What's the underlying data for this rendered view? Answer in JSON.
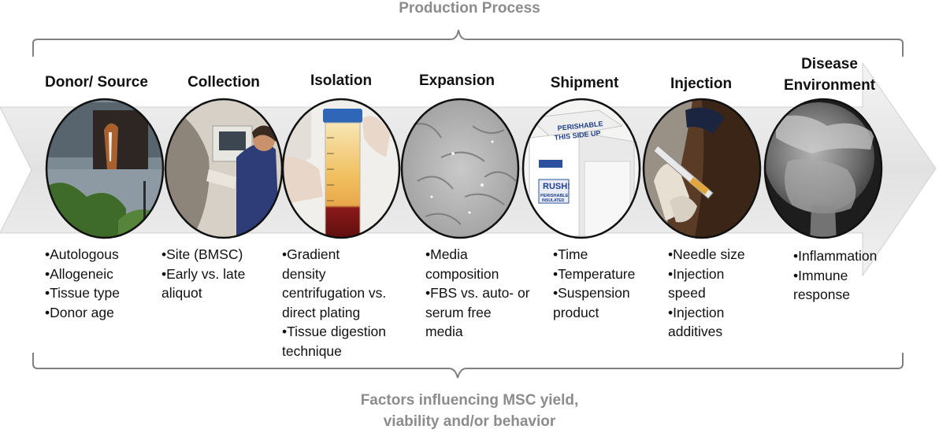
{
  "header": {
    "title": "Production Process"
  },
  "footer": {
    "line1": "Factors influencing MSC yield,",
    "line2": "viability and/or behavior"
  },
  "stages": [
    {
      "label": "Donor/ Source",
      "photo": "horse-in-stable-photo",
      "factors": [
        "•Autologous",
        "•Allogeneic",
        "•Tissue type",
        "•Donor age"
      ]
    },
    {
      "label": "Collection",
      "photo": "ultrasound-collection-photo",
      "factors": [
        "•Site (BMSC)",
        "•Early vs. late",
        "aliquot"
      ]
    },
    {
      "label": "Isolation",
      "photo": "centrifuge-tube-photo",
      "factors": [
        "•Gradient",
        "density",
        "centrifugation vs.",
        "direct plating",
        "•Tissue digestion",
        "technique"
      ]
    },
    {
      "label": "Expansion",
      "photo": "cell-culture-micrograph",
      "factors": [
        "•Media",
        "composition",
        "•FBS vs. auto- or",
        "serum free",
        "media"
      ]
    },
    {
      "label": "Shipment",
      "photo": "shipping-box-photo",
      "factors": [
        "•Time",
        "•Temperature",
        "•Suspension",
        "product"
      ]
    },
    {
      "label": "Injection",
      "photo": "syringe-injection-photo",
      "factors": [
        "•Needle size",
        "•Injection",
        "speed",
        "•Injection",
        "additives"
      ]
    },
    {
      "label": "Disease Environment",
      "label_lines": [
        "Disease",
        "Environment"
      ],
      "photo": "joint-xray-photo",
      "factors": [
        "•Inflammation",
        "•Immune",
        "response"
      ]
    }
  ],
  "box_labels": {
    "perishable": "PERISHABLE",
    "this_side_up": "THIS SIDE UP",
    "rush": "RUSH!",
    "perishable2": "PERISHABLE",
    "insulated": "INSULATED"
  },
  "colors": {
    "title_gray": "#8c8c8c",
    "arrow_fill": "#e6e6e6",
    "bracket": "#7f7f7f",
    "text": "#111111"
  }
}
